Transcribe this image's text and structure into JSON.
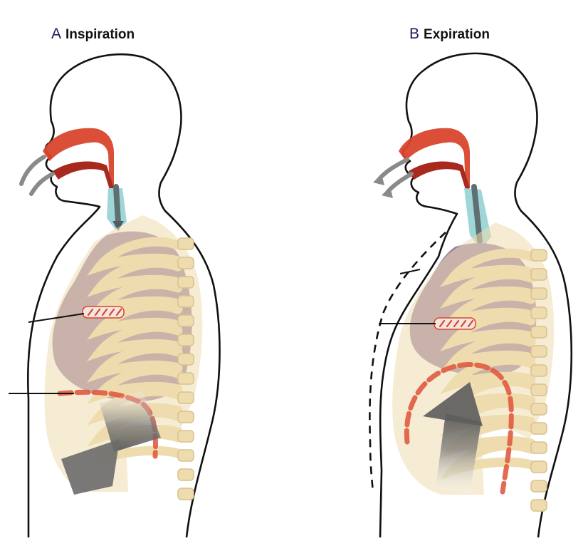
{
  "panels": [
    {
      "letter": "A",
      "label": "Inspiration"
    },
    {
      "letter": "B",
      "label": "Expiration"
    }
  ],
  "colors": {
    "outline": "#111111",
    "airway": "#d9462d",
    "airway_dark": "#a82a1e",
    "trachea": "#9fd6d8",
    "lung": "#9b7fa2",
    "rib": "#eedcae",
    "rib_shadow": "#d8c28e",
    "diaphragm": "#e05a40",
    "arrow": "#8a8a8a",
    "arrow_dark": "#5a5a5a"
  },
  "icons": {
    "airflow_in": "airflow-in-arrow-icon",
    "airflow_out": "airflow-out-arrow-icon",
    "diaphragm_down": "diaphragm-down-arrow-icon",
    "diaphragm_up": "diaphragm-up-arrow-icon"
  }
}
